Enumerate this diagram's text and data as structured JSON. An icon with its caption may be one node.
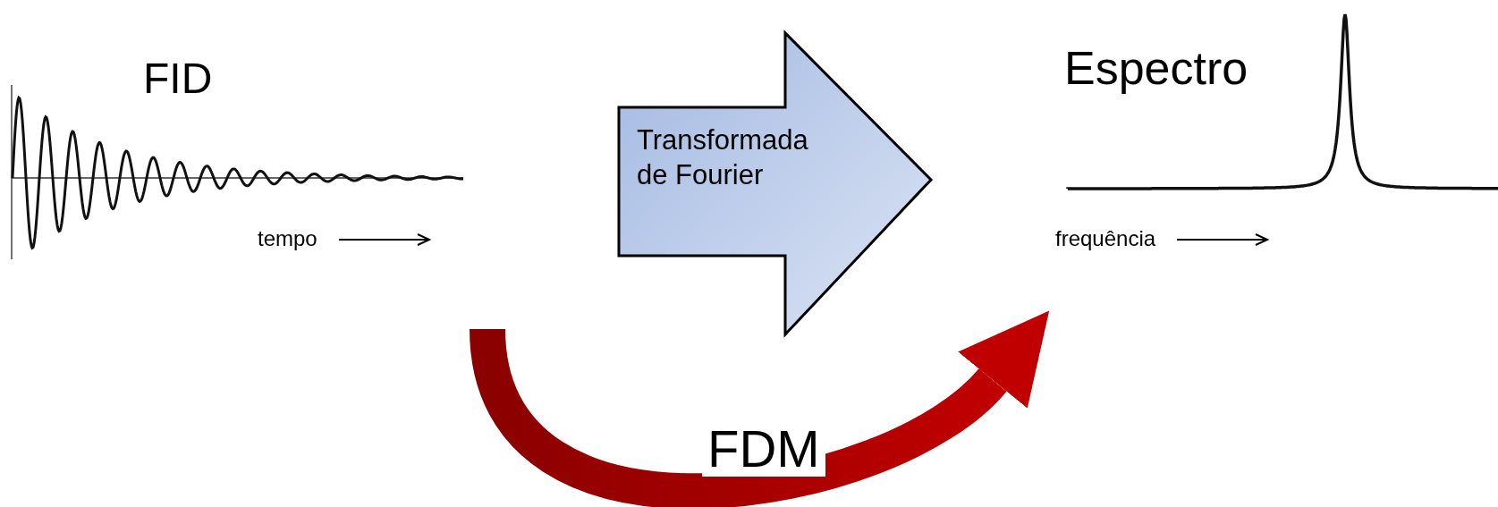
{
  "diagram": {
    "nodes": [
      {
        "text": [
          "FID",
          "tempo"
        ]
      },
      {
        "text": [
          "Transformada de Fourier"
        ]
      },
      {
        "text": [
          "Espectro",
          "frequência"
        ]
      }
    ],
    "edges": [
      {
        "from": 0,
        "to": 2,
        "arrow": "to",
        "label": "FDM",
        "style": "thick",
        "color": "#c00000"
      }
    ]
  }
}
